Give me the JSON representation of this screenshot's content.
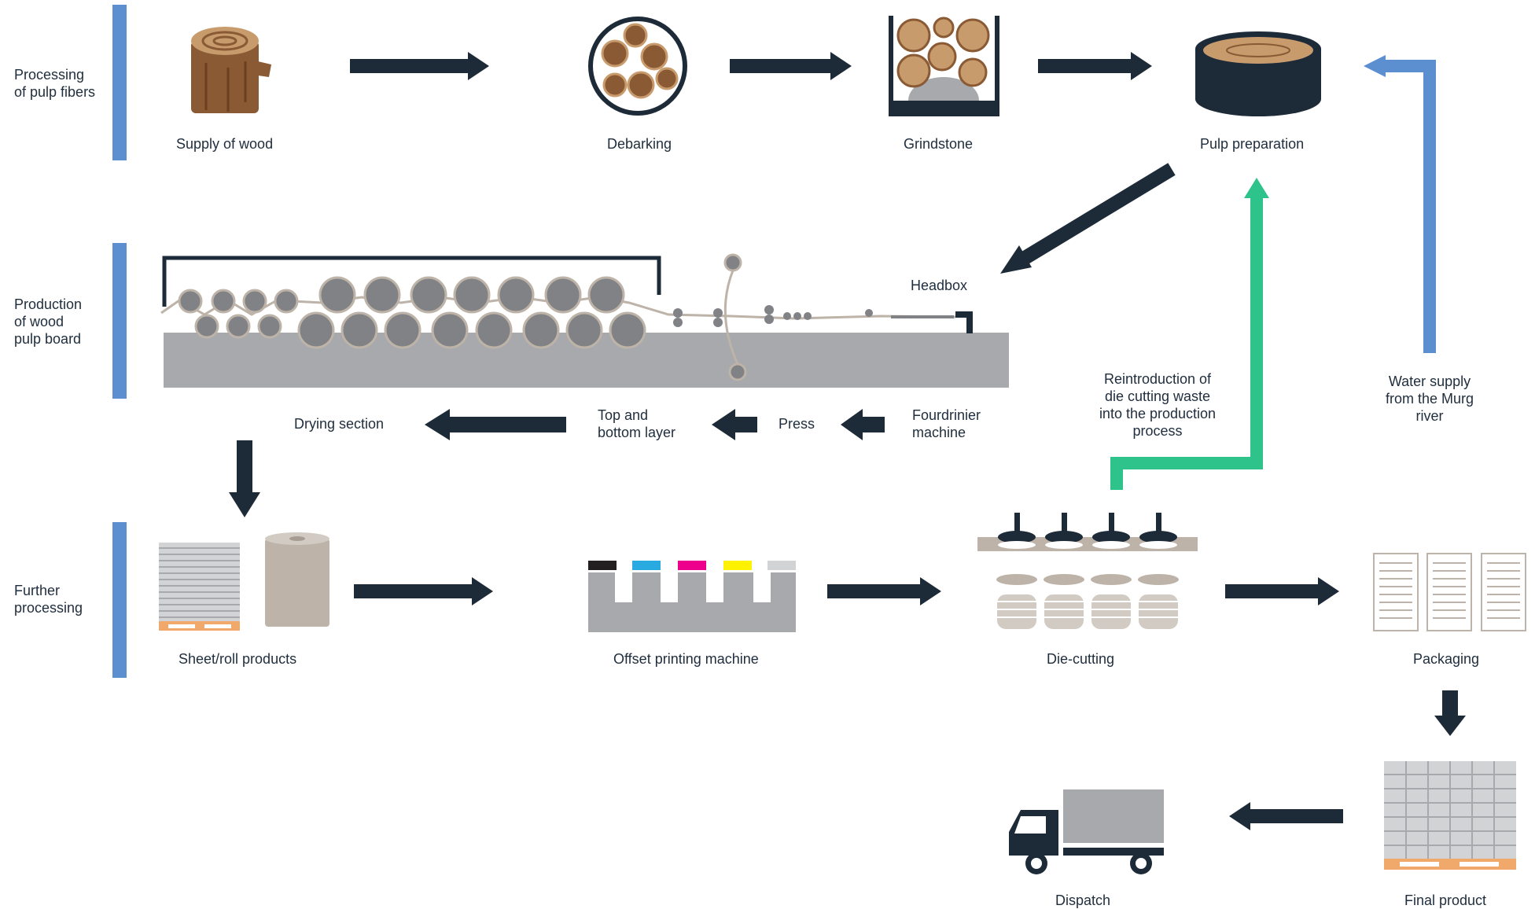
{
  "colors": {
    "dark": "#1d2a38",
    "blue": "#5b8fd0",
    "green": "#2ec38a",
    "grey": "#a7a9ac",
    "wood": "#8a5a35",
    "wood_light": "#c89b6d",
    "beige": "#bdb3a8",
    "orange": "#f0a96a",
    "cmyk": [
      "#231f20",
      "#29abe2",
      "#ec008c",
      "#fff200",
      "#d1d3d4"
    ]
  },
  "sections": [
    {
      "label": "Processing\nof pulp fibers"
    },
    {
      "label": "Production\nof wood\npulp board"
    },
    {
      "label": "Further\nprocessing"
    }
  ],
  "steps": {
    "supply": "Supply of wood",
    "debarking": "Debarking",
    "grindstone": "Grindstone",
    "pulp": "Pulp preparation",
    "headbox": "Headbox",
    "fourdrinier": "Fourdrinier\nmachine",
    "press": "Press",
    "top_bottom": "Top and\nbottom layer",
    "drying": "Drying section",
    "sheet_roll": "Sheet/roll products",
    "offset": "Offset printing machine",
    "diecut": "Die-cutting",
    "packaging": "Packaging",
    "final": "Final product",
    "dispatch": "Dispatch",
    "water": "Water supply\nfrom the Murg\nriver",
    "reintro": "Reintroduction of\ndie cutting waste\ninto the production\nprocess"
  }
}
